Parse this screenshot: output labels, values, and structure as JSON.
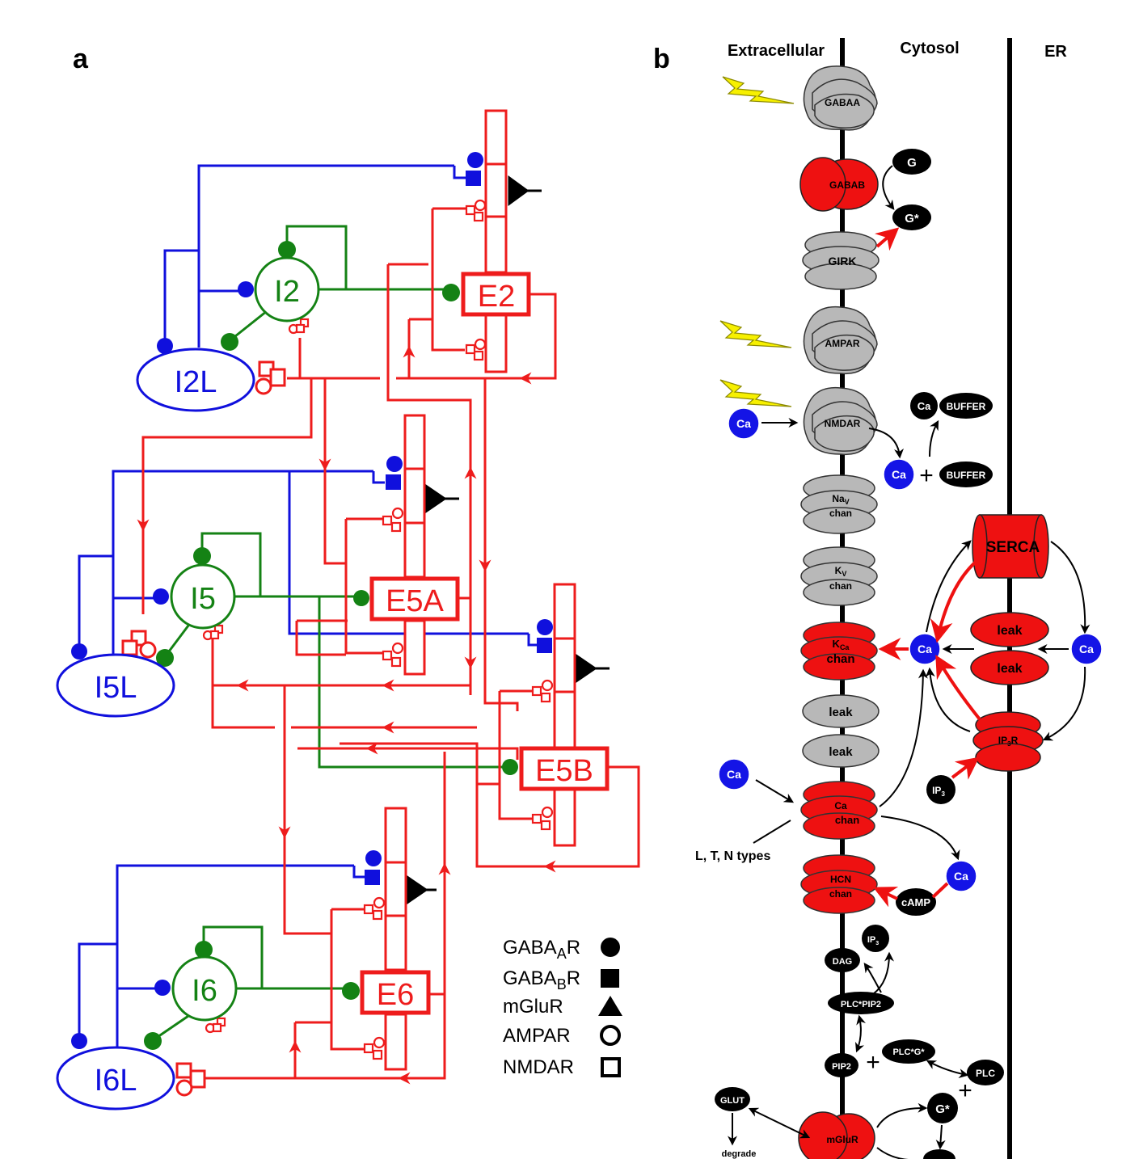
{
  "panel_a": {
    "label": "a",
    "cells": {
      "E2": "E2",
      "E5A": "E5A",
      "E5B": "E5B",
      "E6": "E6",
      "I2": "I2",
      "I5": "I5",
      "I6": "I6",
      "I2L": "I2L",
      "I5L": "I5L",
      "I6L": "I6L"
    },
    "legend": [
      {
        "name": "GABA",
        "sub": "A",
        "suffix": "R",
        "marker": "filled-circle"
      },
      {
        "name": "GABA",
        "sub": "B",
        "suffix": "R",
        "marker": "filled-square"
      },
      {
        "name": "mGluR",
        "sub": "",
        "suffix": "",
        "marker": "filled-triangle"
      },
      {
        "name": "AMPAR",
        "sub": "",
        "suffix": "",
        "marker": "open-circle"
      },
      {
        "name": "NMDAR",
        "sub": "",
        "suffix": "",
        "marker": "open-square"
      }
    ],
    "colors": {
      "excitatory": "#ee1c1c",
      "low_threshold": "#1010dd",
      "fast_spiking": "#148214"
    }
  },
  "panel_b": {
    "label": "b",
    "compartments": {
      "extracellular": "Extracellular",
      "cytosol": "Cytosol",
      "er": "ER"
    },
    "channels": {
      "gabaa": "GABAA",
      "gabab": "GABAB",
      "girk": "GIRK",
      "ampar": "AMPAR",
      "nmdar": "NMDAR",
      "nav_line1": "Na",
      "nav_sub": "V",
      "nav_line2": "chan",
      "kv_line1": "K",
      "kv_sub": "V",
      "kv_line2": "chan",
      "kca_line1": "K",
      "kca_sub": "Ca",
      "kca_line2": "chan",
      "leak": "leak",
      "cachan_line1": "Ca",
      "cachan_line2": "chan",
      "hcn_line1": "HCN",
      "hcn_line2": "chan",
      "mglur": "mGluR"
    },
    "molecules": {
      "g": "G",
      "gstar": "G*",
      "ca": "Ca",
      "buffer": "BUFFER",
      "serca": "SERCA",
      "ip3r": "IP",
      "ip3r_sub": "3",
      "ip3r_suffix": "R",
      "ip3": "IP",
      "ip3_sub": "3",
      "camp": "cAMP",
      "dag": "DAG",
      "plcpip2": "PLC*PIP2",
      "pip2": "PIP2",
      "plcg": "PLC*G*",
      "plc": "PLC",
      "glut": "GLUT",
      "degrade": "degrade",
      "plus": "+"
    },
    "notes": {
      "ltn": "L, T, N types"
    },
    "colors": {
      "grey_channel": "#b8b8b8",
      "red": "#ee1111",
      "ca_blue": "#1414e6",
      "lightning": "#f7f000"
    }
  }
}
